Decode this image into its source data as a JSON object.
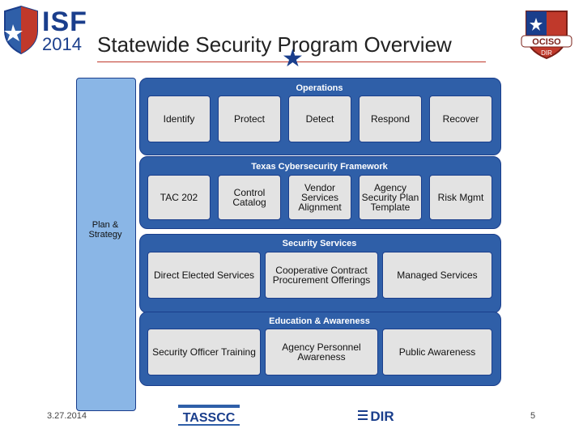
{
  "header": {
    "title": "Statewide Security Program Overview",
    "logo_isf_text": "ISF",
    "logo_isf_year": "2014",
    "logo_right_text": "OCISO",
    "logo_right_sub": "DIR"
  },
  "plan": {
    "label_line1": "Plan &",
    "label_line2": "Strategy"
  },
  "operations": {
    "title": "Operations",
    "items": [
      "Identify",
      "Protect",
      "Detect",
      "Respond",
      "Recover"
    ]
  },
  "framework": {
    "title": "Texas Cybersecurity Framework",
    "items": [
      "TAC 202",
      "Control Catalog",
      "Vendor Services Alignment",
      "Agency Security Plan Template",
      "Risk Mgmt"
    ]
  },
  "security_services": {
    "title": "Security Services",
    "items": [
      "Direct Elected Services",
      "Cooperative Contract Procurement Offerings",
      "Managed Services"
    ]
  },
  "education": {
    "title": "Education & Awareness",
    "items": [
      "Security Officer Training",
      "Agency Personnel Awareness",
      "Public Awareness"
    ]
  },
  "footer": {
    "date": "3.27.2014",
    "page": "5",
    "logo_tassc": "TASSCC",
    "logo_dir": "DIR"
  },
  "colors": {
    "band": "#2f5fa8",
    "box": "#e3e3e3",
    "plan": "#8ab6e6",
    "accent": "#1a3e8c",
    "rule": "#c0392b"
  }
}
